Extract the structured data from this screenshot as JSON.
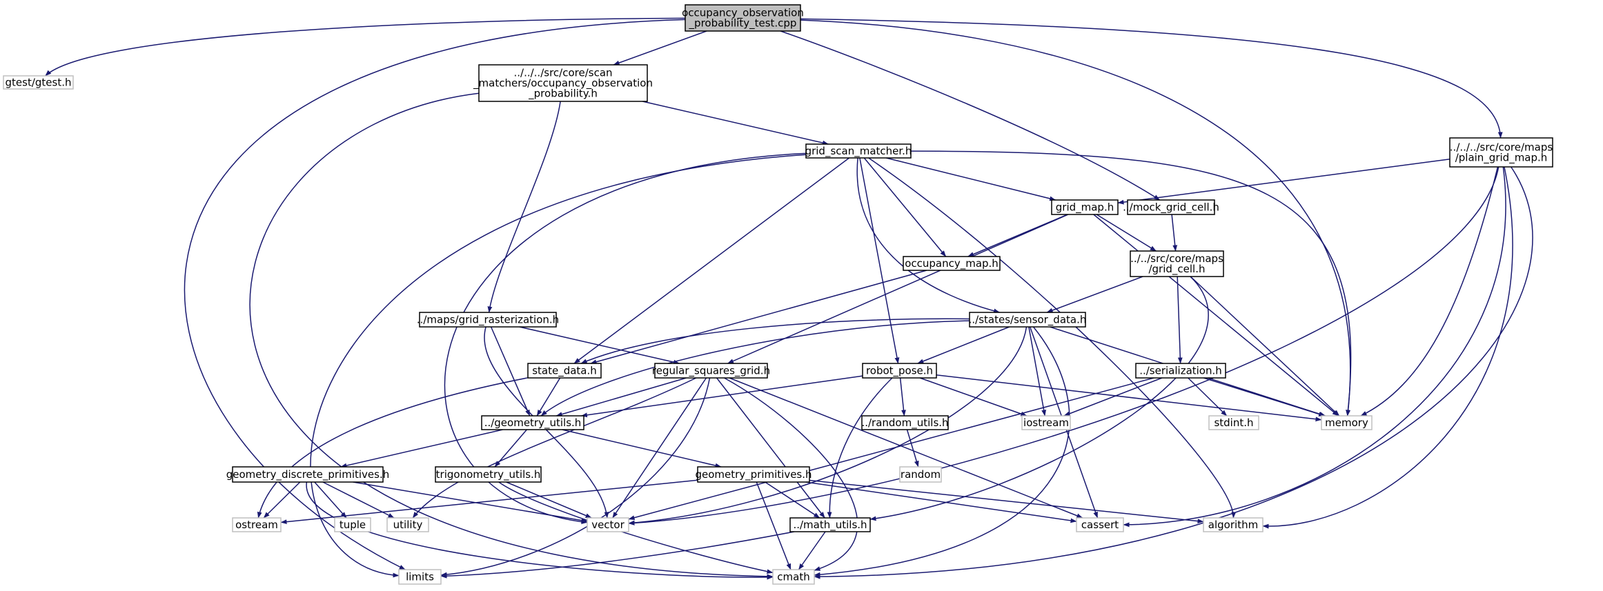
{
  "diagram": {
    "title": "",
    "colors": {
      "edge": "#191970",
      "root_fill": "#bfbfbf",
      "root_stroke": "#000000",
      "local_fill": "#ffffff",
      "local_stroke": "#000000",
      "system_fill": "#ffffff",
      "system_stroke": "#bfbfbf"
    },
    "nodes": [
      {
        "id": "root",
        "kind": "root",
        "lines": [
          "occupancy_observation",
          "_probability_test.cpp"
        ]
      },
      {
        "id": "gtest",
        "kind": "system",
        "lines": [
          "gtest/gtest.h"
        ]
      },
      {
        "id": "occ_obs",
        "kind": "local",
        "lines": [
          "../../../src/core/scan",
          "_matchers/occupancy_observation",
          "_probability.h"
        ]
      },
      {
        "id": "plain_grid_map",
        "kind": "local",
        "lines": [
          "../../../src/core/maps",
          "/plain_grid_map.h"
        ]
      },
      {
        "id": "grid_scan_matcher",
        "kind": "local",
        "lines": [
          "grid_scan_matcher.h"
        ]
      },
      {
        "id": "grid_map",
        "kind": "local",
        "lines": [
          "grid_map.h"
        ]
      },
      {
        "id": "mock_grid_cell",
        "kind": "local",
        "lines": [
          "../mock_grid_cell.h"
        ]
      },
      {
        "id": "occupancy_map",
        "kind": "local",
        "lines": [
          "occupancy_map.h"
        ]
      },
      {
        "id": "grid_cell",
        "kind": "local",
        "lines": [
          "../../src/core/maps",
          "/grid_cell.h"
        ]
      },
      {
        "id": "grid_rasterization",
        "kind": "local",
        "lines": [
          "../maps/grid_rasterization.h"
        ]
      },
      {
        "id": "sensor_data",
        "kind": "local",
        "lines": [
          "../states/sensor_data.h"
        ]
      },
      {
        "id": "state_data",
        "kind": "local",
        "lines": [
          "state_data.h"
        ]
      },
      {
        "id": "regular_squares_grid",
        "kind": "local",
        "lines": [
          "regular_squares_grid.h"
        ]
      },
      {
        "id": "robot_pose",
        "kind": "local",
        "lines": [
          "robot_pose.h"
        ]
      },
      {
        "id": "serialization",
        "kind": "local",
        "lines": [
          "../serialization.h"
        ]
      },
      {
        "id": "geometry_utils",
        "kind": "local",
        "lines": [
          "../geometry_utils.h"
        ]
      },
      {
        "id": "random_utils",
        "kind": "local",
        "lines": [
          "../random_utils.h"
        ]
      },
      {
        "id": "iostream",
        "kind": "system",
        "lines": [
          "iostream"
        ]
      },
      {
        "id": "stdint",
        "kind": "system",
        "lines": [
          "stdint.h"
        ]
      },
      {
        "id": "memory",
        "kind": "system",
        "lines": [
          "memory"
        ]
      },
      {
        "id": "geometry_discrete_primitives",
        "kind": "local",
        "lines": [
          "geometry_discrete_primitives.h"
        ]
      },
      {
        "id": "trigonometry_utils",
        "kind": "local",
        "lines": [
          "trigonometry_utils.h"
        ]
      },
      {
        "id": "geometry_primitives",
        "kind": "local",
        "lines": [
          "geometry_primitives.h"
        ]
      },
      {
        "id": "random",
        "kind": "system",
        "lines": [
          "random"
        ]
      },
      {
        "id": "ostream",
        "kind": "system",
        "lines": [
          "ostream"
        ]
      },
      {
        "id": "tuple",
        "kind": "system",
        "lines": [
          "tuple"
        ]
      },
      {
        "id": "utility",
        "kind": "system",
        "lines": [
          "utility"
        ]
      },
      {
        "id": "vector",
        "kind": "system",
        "lines": [
          "vector"
        ]
      },
      {
        "id": "math_utils",
        "kind": "local",
        "lines": [
          "../math_utils.h"
        ]
      },
      {
        "id": "cassert",
        "kind": "system",
        "lines": [
          "cassert"
        ]
      },
      {
        "id": "algorithm",
        "kind": "system",
        "lines": [
          "algorithm"
        ]
      },
      {
        "id": "limits",
        "kind": "system",
        "lines": [
          "limits"
        ]
      },
      {
        "id": "cmath",
        "kind": "system",
        "lines": [
          "cmath"
        ]
      }
    ],
    "edges": [
      [
        "root",
        "gtest"
      ],
      [
        "root",
        "occ_obs"
      ],
      [
        "root",
        "mock_grid_cell"
      ],
      [
        "root",
        "plain_grid_map"
      ],
      [
        "root",
        "memory"
      ],
      [
        "root",
        "limits"
      ],
      [
        "occ_obs",
        "grid_scan_matcher"
      ],
      [
        "occ_obs",
        "grid_rasterization"
      ],
      [
        "occ_obs",
        "cmath"
      ],
      [
        "plain_grid_map",
        "grid_map"
      ],
      [
        "plain_grid_map",
        "memory"
      ],
      [
        "plain_grid_map",
        "vector"
      ],
      [
        "plain_grid_map",
        "cassert"
      ],
      [
        "plain_grid_map",
        "algorithm"
      ],
      [
        "plain_grid_map",
        "cmath"
      ],
      [
        "grid_scan_matcher",
        "grid_map"
      ],
      [
        "grid_scan_matcher",
        "occupancy_map"
      ],
      [
        "grid_scan_matcher",
        "sensor_data"
      ],
      [
        "grid_scan_matcher",
        "state_data"
      ],
      [
        "grid_scan_matcher",
        "robot_pose"
      ],
      [
        "grid_scan_matcher",
        "memory"
      ],
      [
        "grid_scan_matcher",
        "vector"
      ],
      [
        "grid_scan_matcher",
        "algorithm"
      ],
      [
        "grid_scan_matcher",
        "limits"
      ],
      [
        "mock_grid_cell",
        "grid_cell"
      ],
      [
        "grid_map",
        "occupancy_map"
      ],
      [
        "grid_map",
        "grid_cell"
      ],
      [
        "grid_map",
        "regular_squares_grid"
      ],
      [
        "grid_map",
        "memory"
      ],
      [
        "occupancy_map",
        "state_data"
      ],
      [
        "grid_cell",
        "sensor_data"
      ],
      [
        "grid_cell",
        "serialization"
      ],
      [
        "grid_cell",
        "memory"
      ],
      [
        "grid_cell",
        "math_utils"
      ],
      [
        "grid_rasterization",
        "geometry_utils"
      ],
      [
        "grid_rasterization",
        "regular_squares_grid"
      ],
      [
        "grid_rasterization",
        "vector"
      ],
      [
        "sensor_data",
        "state_data"
      ],
      [
        "sensor_data",
        "robot_pose"
      ],
      [
        "sensor_data",
        "geometry_utils"
      ],
      [
        "sensor_data",
        "iostream"
      ],
      [
        "sensor_data",
        "memory"
      ],
      [
        "sensor_data",
        "vector"
      ],
      [
        "sensor_data",
        "cassert"
      ],
      [
        "sensor_data",
        "cmath"
      ],
      [
        "state_data",
        "geometry_utils"
      ],
      [
        "state_data",
        "ostream"
      ],
      [
        "regular_squares_grid",
        "geometry_utils"
      ],
      [
        "regular_squares_grid",
        "vector"
      ],
      [
        "regular_squares_grid",
        "utility"
      ],
      [
        "regular_squares_grid",
        "math_utils"
      ],
      [
        "regular_squares_grid",
        "cassert"
      ],
      [
        "regular_squares_grid",
        "limits"
      ],
      [
        "regular_squares_grid",
        "cmath"
      ],
      [
        "robot_pose",
        "geometry_utils"
      ],
      [
        "robot_pose",
        "random_utils"
      ],
      [
        "robot_pose",
        "iostream"
      ],
      [
        "robot_pose",
        "memory"
      ],
      [
        "robot_pose",
        "math_utils"
      ],
      [
        "serialization",
        "iostream"
      ],
      [
        "serialization",
        "stdint"
      ],
      [
        "serialization",
        "memory"
      ],
      [
        "serialization",
        "vector"
      ],
      [
        "geometry_utils",
        "geometry_discrete_primitives"
      ],
      [
        "geometry_utils",
        "trigonometry_utils"
      ],
      [
        "geometry_utils",
        "geometry_primitives"
      ],
      [
        "random_utils",
        "random"
      ],
      [
        "geometry_discrete_primitives",
        "ostream"
      ],
      [
        "geometry_discrete_primitives",
        "tuple"
      ],
      [
        "geometry_discrete_primitives",
        "utility"
      ],
      [
        "geometry_discrete_primitives",
        "vector"
      ],
      [
        "geometry_discrete_primitives",
        "cmath"
      ],
      [
        "trigonometry_utils",
        "vector"
      ],
      [
        "trigonometry_utils",
        "cmath"
      ],
      [
        "geometry_primitives",
        "ostream"
      ],
      [
        "geometry_primitives",
        "math_utils"
      ],
      [
        "geometry_primitives",
        "cassert"
      ],
      [
        "geometry_primitives",
        "algorithm"
      ],
      [
        "geometry_primitives",
        "cmath"
      ],
      [
        "math_utils",
        "limits"
      ],
      [
        "math_utils",
        "cmath"
      ]
    ]
  }
}
